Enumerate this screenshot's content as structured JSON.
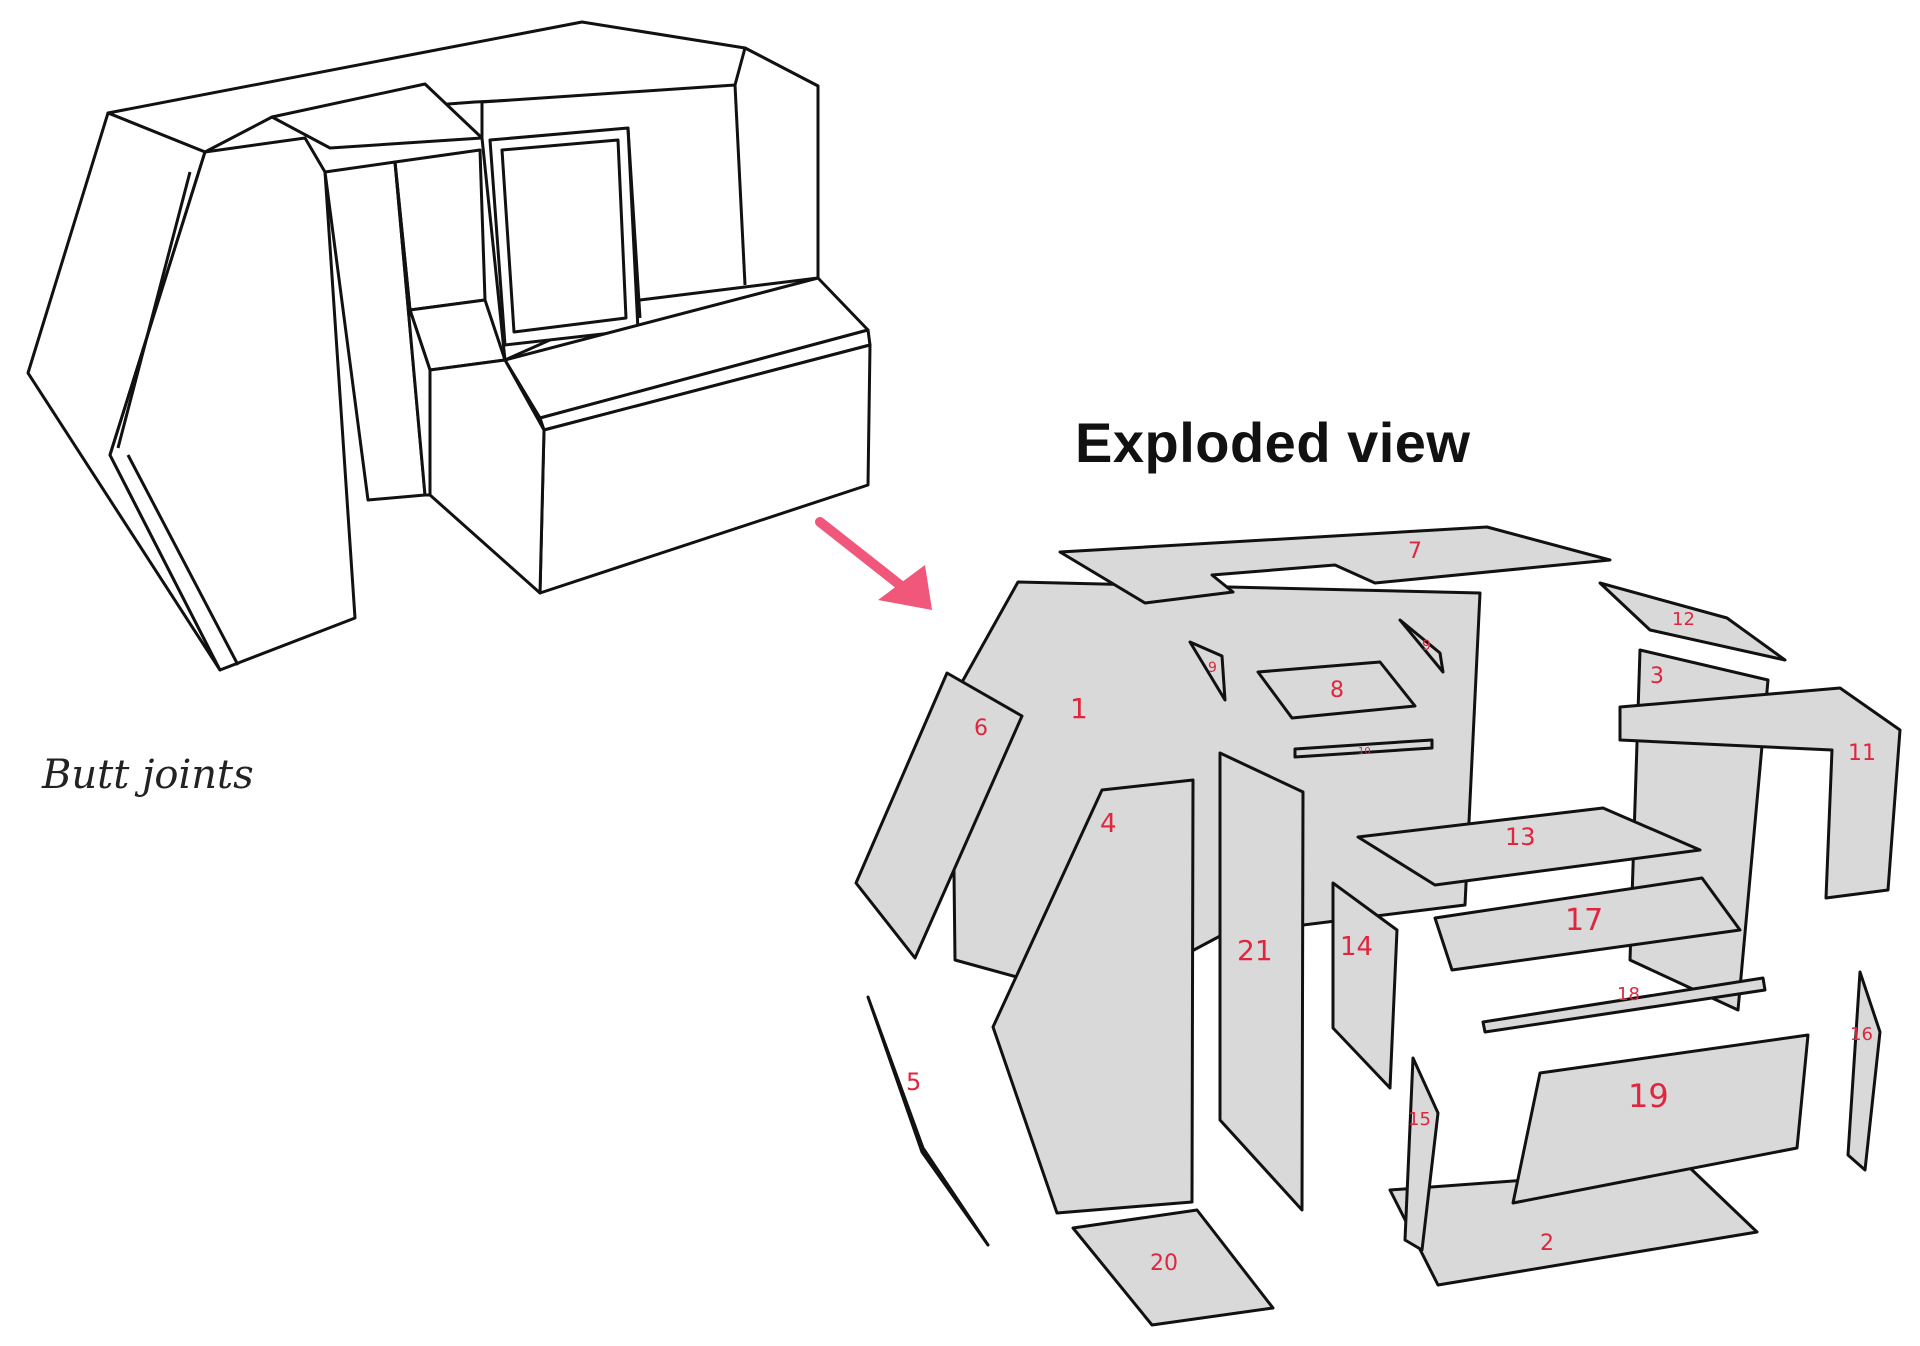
{
  "title": "Exploded view",
  "caption": "Butt joints",
  "colors": {
    "panel_fill": "#d9d9d9",
    "outline": "#111111",
    "number_color": "#e0263e",
    "arrow_color": "#f0577a",
    "background": "#ffffff"
  },
  "panels": [
    {
      "id": "1",
      "label": "1"
    },
    {
      "id": "2",
      "label": "2"
    },
    {
      "id": "3",
      "label": "3"
    },
    {
      "id": "4",
      "label": "4"
    },
    {
      "id": "5",
      "label": "5"
    },
    {
      "id": "6",
      "label": "6"
    },
    {
      "id": "7",
      "label": "7"
    },
    {
      "id": "8",
      "label": "8"
    },
    {
      "id": "9a",
      "label": "9"
    },
    {
      "id": "9b",
      "label": "9"
    },
    {
      "id": "10",
      "label": "10"
    },
    {
      "id": "11",
      "label": "11"
    },
    {
      "id": "12",
      "label": "12"
    },
    {
      "id": "13",
      "label": "13"
    },
    {
      "id": "14",
      "label": "14"
    },
    {
      "id": "15",
      "label": "15"
    },
    {
      "id": "16",
      "label": "16"
    },
    {
      "id": "17",
      "label": "17"
    },
    {
      "id": "18",
      "label": "18"
    },
    {
      "id": "19",
      "label": "19"
    },
    {
      "id": "20",
      "label": "20"
    },
    {
      "id": "21",
      "label": "21"
    }
  ]
}
